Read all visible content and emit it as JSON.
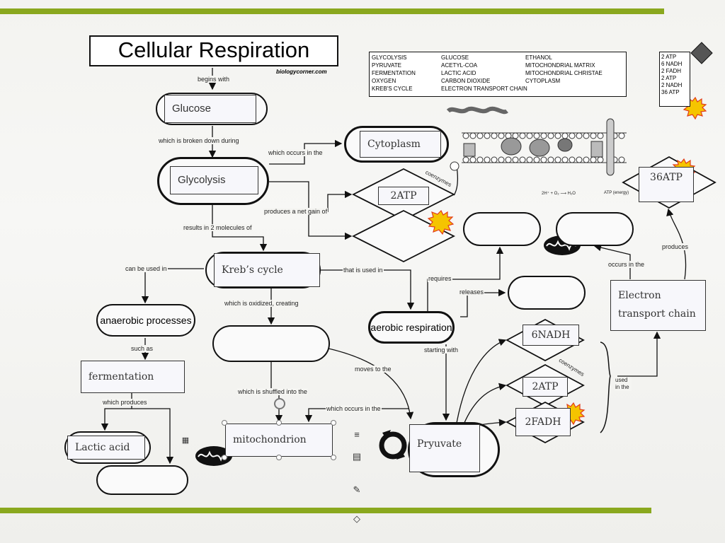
{
  "title": "Cellular Respiration",
  "credit": "biologycorner.com",
  "word_bank": [
    [
      "GLYCOLYSIS",
      "PYRUVATE",
      "FERMENTATION",
      "OXYGEN",
      "KREB'S CYCLE"
    ],
    [
      "GLUCOSE",
      "ACETYL-COA",
      "LACTIC ACID",
      "CARBON DIOXIDE",
      "ELECTRON TRANSPORT CHAIN"
    ],
    [
      "ETHANOL",
      "MITOCHONDRIAL MATRIX",
      "MITOCHONDRIAL CHRISTAE",
      "CYTOPLASM"
    ]
  ],
  "energy_key": [
    "2 ATP",
    "6 NADH",
    "2 FADH",
    "2 ATP",
    "2 NADH",
    "36 ATP"
  ],
  "nodes": {
    "glucose": "Glucose",
    "glycolysis": "Glycolysis",
    "cytoplasm": "Cytoplasm",
    "atp_2_top": "2ATP",
    "krebs": "Kreb’s cycle",
    "anaerobic": "anaerobic processes",
    "fermentation": "fermentation",
    "lactic_acid": "Lactic acid",
    "mitochondrion": "mitochondrion",
    "aerobic": "aerobic respiration",
    "pyruvate": "Pryuvate",
    "nadh_6": "6NADH",
    "atp_2_mid": "2ATP",
    "fadh_2": "2FADH",
    "atp_36": "36ATP",
    "etc": "Electron transport chain"
  },
  "labels": {
    "begins_with": "begins with",
    "broken_down": "which is broken down during",
    "occurs_in": "which occurs in the",
    "produces_net": "produces a net gain of",
    "results_in": "results in 2 molecules of",
    "can_be_used": "can be used in",
    "that_is_used": "that is used in",
    "oxidized": "which is oxidized, creating",
    "requires": "requires",
    "releases": "releases",
    "such_as": "such as",
    "which_produces": "which produces",
    "shuffled": "which is shuffled into the",
    "moves_to": "moves to the",
    "occurs_in_the": "which occurs in the",
    "starting_with": "starting with",
    "coenzymes_top": "coenzymes",
    "coenzymes_mid": "coenzymes",
    "used_in_the": "used in the",
    "occurs_in_the_etc": "occurs in the",
    "produces": "produces",
    "membrane_eq": "2H⁺ + O₂ ⟶ H₂O",
    "atp_energy": "ATP (energy)"
  },
  "colors": {
    "accent_band": "#8aa81e",
    "burst": "#f5c400",
    "burst_edge": "#e23b1a"
  }
}
